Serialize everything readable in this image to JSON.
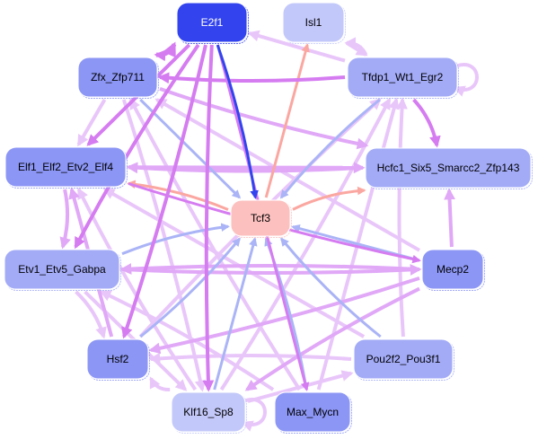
{
  "title": "Transcription factor regulatory network",
  "colors": {
    "node_dark": "#3344ee",
    "node_medium": "#8c96f5",
    "node_light": "#a3abf7",
    "node_pale": "#c3c8fa",
    "node_target": "#fcc0bf",
    "edge_purple": "#d57cf1",
    "edge_lilac": "#e0a8f7",
    "edge_pale": "#e9c6fa",
    "edge_blue": "#aab4f6",
    "edge_darkblue": "#3344ee",
    "edge_salmon": "#fba7a1"
  },
  "nodes": [
    {
      "id": "E2f1",
      "label": "E2f1",
      "fill": "node_dark",
      "text_color": "#ffffff"
    },
    {
      "id": "Isl1",
      "label": "Isl1",
      "fill": "node_pale",
      "text_color": "#000000"
    },
    {
      "id": "Zfx_Zfp711",
      "label": "Zfx_Zfp711",
      "fill": "node_medium",
      "text_color": "#000000"
    },
    {
      "id": "Tfdp1_Wt1_Egr2",
      "label": "Tfdp1_Wt1_Egr2",
      "fill": "node_light",
      "text_color": "#000000"
    },
    {
      "id": "Elf1_Elf2_Etv2_Elf4",
      "label": "Elf1_Elf2_Etv2_Elf4",
      "fill": "node_medium",
      "text_color": "#000000"
    },
    {
      "id": "Hcfc1_Six5_Smarcc2_Zfp143",
      "label": "Hcfc1_Six5_Smarcc2_Zfp143",
      "fill": "node_light",
      "text_color": "#000000"
    },
    {
      "id": "Tcf3",
      "label": "Tcf3",
      "fill": "node_target",
      "text_color": "#000000"
    },
    {
      "id": "Etv1_Etv5_Gabpa",
      "label": "Etv1_Etv5_Gabpa",
      "fill": "node_light",
      "text_color": "#000000"
    },
    {
      "id": "Mecp2",
      "label": "Mecp2",
      "fill": "node_medium",
      "text_color": "#000000"
    },
    {
      "id": "Hsf2",
      "label": "Hsf2",
      "fill": "node_medium",
      "text_color": "#000000"
    },
    {
      "id": "Pou2f2_Pou3f1",
      "label": "Pou2f2_Pou3f1",
      "fill": "node_light",
      "text_color": "#000000"
    },
    {
      "id": "Klf16_Sp8",
      "label": "Klf16_Sp8",
      "fill": "node_pale",
      "text_color": "#000000"
    },
    {
      "id": "Max_Mycn",
      "label": "Max_Mycn",
      "fill": "node_medium",
      "text_color": "#000000"
    }
  ],
  "edges": [
    {
      "from": "E2f1",
      "to": "Tcf3",
      "color": "edge_darkblue",
      "weight": 3
    },
    {
      "from": "Tcf3",
      "to": "Isl1",
      "color": "edge_salmon",
      "weight": 3
    },
    {
      "from": "Tcf3",
      "to": "Elf1_Elf2_Etv2_Elf4",
      "color": "edge_salmon",
      "weight": 3
    },
    {
      "from": "Tcf3",
      "to": "Hcfc1_Six5_Smarcc2_Zfp143",
      "color": "edge_salmon",
      "weight": 3
    },
    {
      "from": "Zfx_Zfp711",
      "to": "Tcf3",
      "color": "edge_blue",
      "weight": 3
    },
    {
      "from": "Tfdp1_Wt1_Egr2",
      "to": "Tcf3",
      "color": "edge_blue",
      "weight": 3
    },
    {
      "from": "Etv1_Etv5_Gabpa",
      "to": "Tcf3",
      "color": "edge_blue",
      "weight": 3
    },
    {
      "from": "Mecp2",
      "to": "Tcf3",
      "color": "edge_blue",
      "weight": 3
    },
    {
      "from": "Hsf2",
      "to": "Tcf3",
      "color": "edge_blue",
      "weight": 3
    },
    {
      "from": "Pou2f2_Pou3f1",
      "to": "Tcf3",
      "color": "edge_blue",
      "weight": 3
    },
    {
      "from": "Klf16_Sp8",
      "to": "Tcf3",
      "color": "edge_blue",
      "weight": 3
    },
    {
      "from": "Max_Mycn",
      "to": "Tcf3",
      "color": "edge_blue",
      "weight": 3
    },
    {
      "from": "Tfdp1_Wt1_Egr2",
      "to": "Zfx_Zfp711",
      "color": "edge_purple",
      "weight": 4
    },
    {
      "from": "Tfdp1_Wt1_Egr2",
      "to": "E2f1",
      "color": "edge_pale",
      "weight": 4
    },
    {
      "from": "Tfdp1_Wt1_Egr2",
      "to": "Isl1",
      "color": "edge_pale",
      "weight": 4
    },
    {
      "from": "Tfdp1_Wt1_Egr2",
      "to": "Hcfc1_Six5_Smarcc2_Zfp143",
      "color": "edge_purple",
      "weight": 4
    },
    {
      "from": "Tfdp1_Wt1_Egr2",
      "to": "Tfdp1_Wt1_Egr2",
      "color": "edge_pale",
      "weight": 4,
      "loop": true
    },
    {
      "from": "Zfx_Zfp711",
      "to": "E2f1",
      "color": "edge_purple",
      "weight": 5
    },
    {
      "from": "E2f1",
      "to": "Zfx_Zfp711",
      "color": "edge_purple",
      "weight": 4
    },
    {
      "from": "Zfx_Zfp711",
      "to": "Elf1_Elf2_Etv2_Elf4",
      "color": "edge_pale",
      "weight": 4
    },
    {
      "from": "Zfx_Zfp711",
      "to": "Hcfc1_Six5_Smarcc2_Zfp143",
      "color": "edge_lilac",
      "weight": 4
    },
    {
      "from": "Zfx_Zfp711",
      "to": "Klf16_Sp8",
      "color": "edge_pale",
      "weight": 4
    },
    {
      "from": "E2f1",
      "to": "Elf1_Elf2_Etv2_Elf4",
      "color": "edge_purple",
      "weight": 4
    },
    {
      "from": "E2f1",
      "to": "Etv1_Etv5_Gabpa",
      "color": "edge_purple",
      "weight": 4
    },
    {
      "from": "E2f1",
      "to": "Hsf2",
      "color": "edge_purple",
      "weight": 4
    },
    {
      "from": "E2f1",
      "to": "Max_Mycn",
      "color": "edge_purple",
      "weight": 3
    },
    {
      "from": "E2f1",
      "to": "Klf16_Sp8",
      "color": "edge_purple",
      "weight": 4
    },
    {
      "from": "Elf1_Elf2_Etv2_Elf4",
      "to": "Etv1_Etv5_Gabpa",
      "color": "edge_lilac",
      "weight": 4
    },
    {
      "from": "Elf1_Elf2_Etv2_Elf4",
      "to": "Hcfc1_Six5_Smarcc2_Zfp143",
      "color": "edge_lilac",
      "weight": 4
    },
    {
      "from": "Elf1_Elf2_Etv2_Elf4",
      "to": "Mecp2",
      "color": "edge_purple",
      "weight": 3
    },
    {
      "from": "Hcfc1_Six5_Smarcc2_Zfp143",
      "to": "Elf1_Elf2_Etv2_Elf4",
      "color": "edge_lilac",
      "weight": 4
    },
    {
      "from": "Mecp2",
      "to": "Hcfc1_Six5_Smarcc2_Zfp143",
      "color": "edge_lilac",
      "weight": 4
    },
    {
      "from": "Mecp2",
      "to": "Etv1_Etv5_Gabpa",
      "color": "edge_lilac",
      "weight": 4
    },
    {
      "from": "Mecp2",
      "to": "Hsf2",
      "color": "edge_lilac",
      "weight": 4
    },
    {
      "from": "Mecp2",
      "to": "Zfx_Zfp711",
      "color": "edge_pale",
      "weight": 4
    },
    {
      "from": "Mecp2",
      "to": "Klf16_Sp8",
      "color": "edge_lilac",
      "weight": 4
    },
    {
      "from": "Etv1_Etv5_Gabpa",
      "to": "Hsf2",
      "color": "edge_pale",
      "weight": 4
    },
    {
      "from": "Etv1_Etv5_Gabpa",
      "to": "Klf16_Sp8",
      "color": "edge_pale",
      "weight": 4
    },
    {
      "from": "Etv1_Etv5_Gabpa",
      "to": "Mecp2",
      "color": "edge_lilac",
      "weight": 4
    },
    {
      "from": "Hsf2",
      "to": "Tfdp1_Wt1_Egr2",
      "color": "edge_pale",
      "weight": 4
    },
    {
      "from": "Hsf2",
      "to": "Elf1_Elf2_Etv2_Elf4",
      "color": "edge_lilac",
      "weight": 4
    },
    {
      "from": "Klf16_Sp8",
      "to": "Tfdp1_Wt1_Egr2",
      "color": "edge_pale",
      "weight": 4
    },
    {
      "from": "Klf16_Sp8",
      "to": "Hsf2",
      "color": "edge_pale",
      "weight": 4
    },
    {
      "from": "Klf16_Sp8",
      "to": "Pou2f2_Pou3f1",
      "color": "edge_pale",
      "weight": 4
    },
    {
      "from": "Klf16_Sp8",
      "to": "Klf16_Sp8",
      "color": "edge_pale",
      "weight": 4,
      "loop": true
    },
    {
      "from": "Klf16_Sp8",
      "to": "Elf1_Elf2_Etv2_Elf4",
      "color": "edge_pale",
      "weight": 4
    },
    {
      "from": "Pou2f2_Pou3f1",
      "to": "Elf1_Elf2_Etv2_Elf4",
      "color": "edge_pale",
      "weight": 4
    },
    {
      "from": "Pou2f2_Pou3f1",
      "to": "Hsf2",
      "color": "edge_pale",
      "weight": 4
    },
    {
      "from": "Pou2f2_Pou3f1",
      "to": "Tfdp1_Wt1_Egr2",
      "color": "edge_pale",
      "weight": 4
    },
    {
      "from": "Max_Mycn",
      "to": "Tfdp1_Wt1_Egr2",
      "color": "edge_pale",
      "weight": 4
    },
    {
      "from": "Max_Mycn",
      "to": "Etv1_Etv5_Gabpa",
      "color": "edge_pale",
      "weight": 4
    },
    {
      "from": "Max_Mycn",
      "to": "Zfx_Zfp711",
      "color": "edge_pale",
      "weight": 4
    },
    {
      "from": "Isl1",
      "to": "Tfdp1_Wt1_Egr2",
      "color": "edge_pale",
      "weight": 4
    }
  ]
}
